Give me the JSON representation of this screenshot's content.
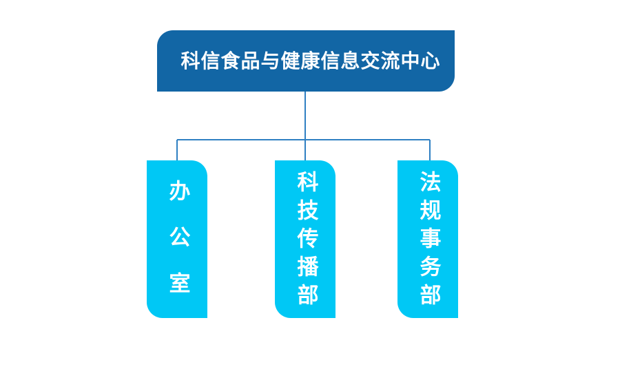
{
  "diagram": {
    "type": "organization-chart",
    "background_color": "#FFFFFF",
    "root": {
      "label": "科信食品与健康信息交流中心",
      "fill_color": "#1266A5",
      "text_color": "#FFFFFF"
    },
    "children": [
      {
        "label": "办公室",
        "fill_color": "#00C8F5",
        "text_color": "#FFFFFF"
      },
      {
        "label": "科技传播部",
        "fill_color": "#00C8F5",
        "text_color": "#FFFFFF"
      },
      {
        "label": "法规事务部",
        "fill_color": "#00C8F5",
        "text_color": "#FFFFFF"
      }
    ],
    "connector": {
      "color": "#2E7FC2",
      "stroke_width": 1.6
    }
  }
}
